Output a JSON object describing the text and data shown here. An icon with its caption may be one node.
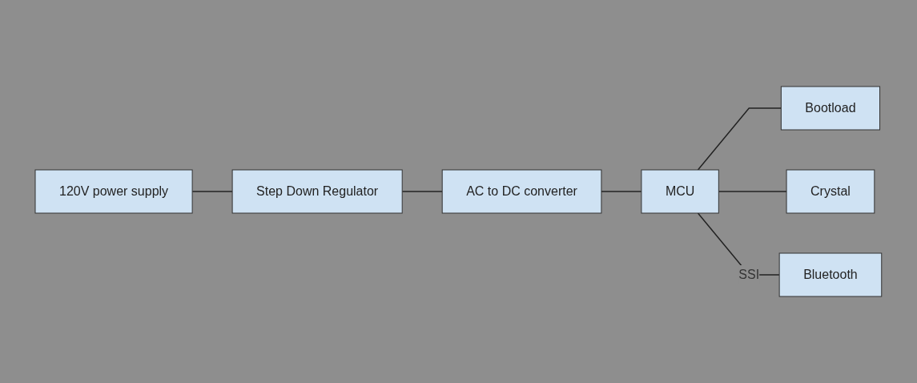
{
  "diagram": {
    "nodes": [
      {
        "text": [
          "120V power supply"
        ]
      },
      {
        "text": [
          "Step Down Regulator"
        ]
      },
      {
        "text": [
          "AC to DC converter"
        ]
      },
      {
        "text": [
          "MCU"
        ]
      },
      {
        "text": [
          "Bootload"
        ]
      },
      {
        "text": [
          "Crystal"
        ]
      },
      {
        "text": [
          "Bluetooth"
        ]
      }
    ],
    "edges": [
      {
        "from": 0,
        "to": 1,
        "arrow": "none"
      },
      {
        "from": 1,
        "to": 2,
        "arrow": "none"
      },
      {
        "from": 2,
        "to": 3,
        "arrow": "none"
      },
      {
        "from": 3,
        "to": 4,
        "arrow": "none"
      },
      {
        "from": 3,
        "to": 5,
        "arrow": "none"
      },
      {
        "from": 3,
        "to": 6,
        "arrow": "none",
        "label": "SSI"
      }
    ]
  }
}
